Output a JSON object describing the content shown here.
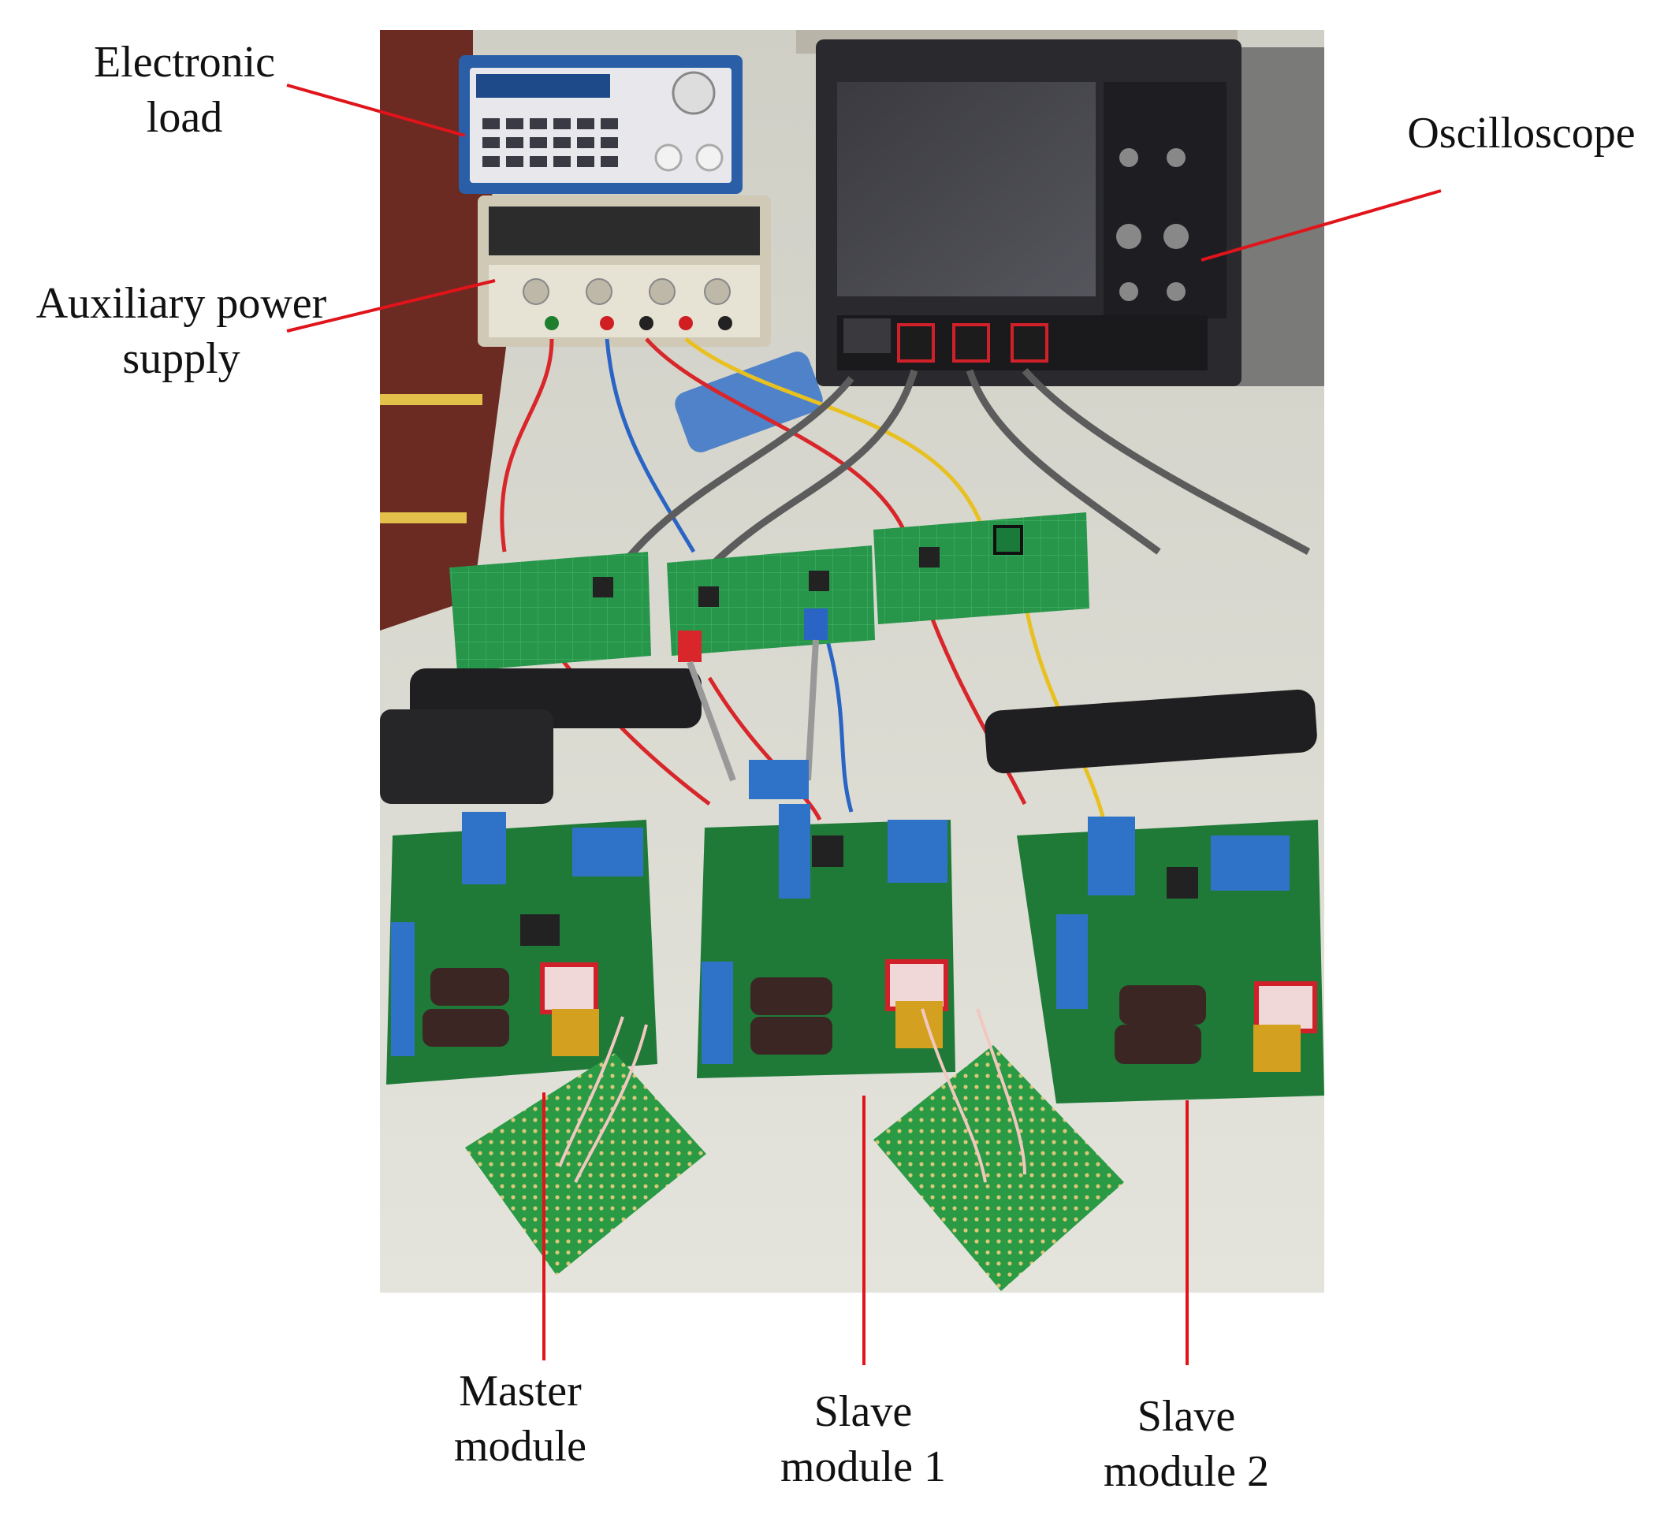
{
  "figure": {
    "labels": {
      "electronic_load": {
        "line1": "Electronic",
        "line2": "load"
      },
      "auxiliary_power_supply": {
        "line1": "Auxiliary power",
        "line2": "supply"
      },
      "oscilloscope": {
        "line1": "Oscilloscope"
      },
      "master_module": {
        "line1": "Master",
        "line2": "module"
      },
      "slave_module_1": {
        "line1": "Slave",
        "line2": "module 1"
      },
      "slave_module_2": {
        "line1": "Slave",
        "line2": "module 2"
      }
    },
    "arrow_color": "#e0141a",
    "colors": {
      "table": "#dcdcd4",
      "floor": "#6b2a22",
      "pcb_green": "#1f8a3a",
      "capacitor_blue": "#2f73c8",
      "instrument_dark": "#2a2a2e",
      "wire_red": "#d8262a",
      "wire_blue": "#2a64c4",
      "wire_yellow": "#e8c020"
    }
  }
}
